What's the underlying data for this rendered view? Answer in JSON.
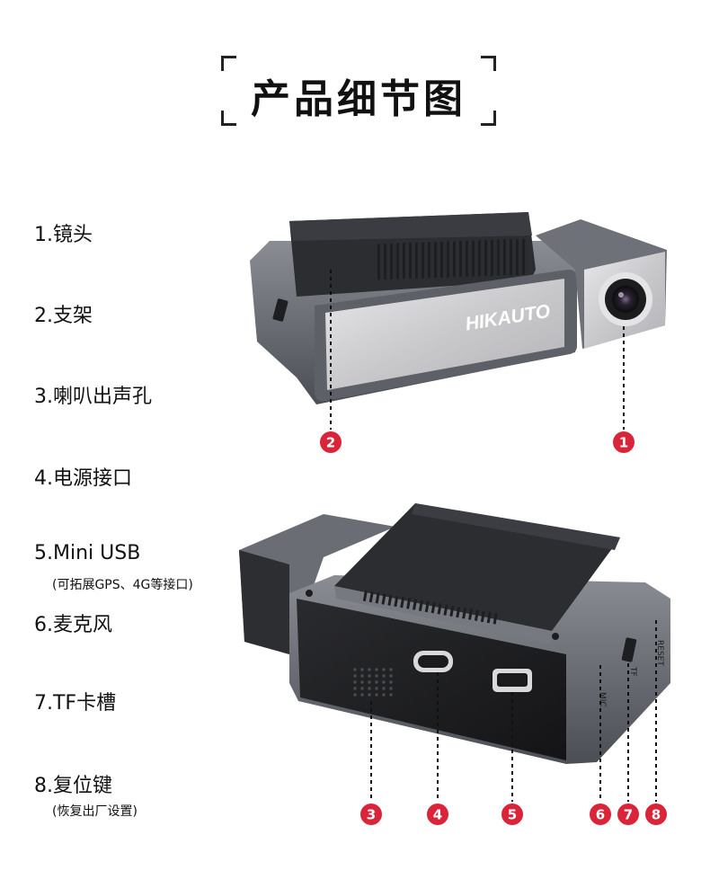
{
  "title": "产品细节图",
  "features": [
    {
      "label": "1.镜头"
    },
    {
      "label": "2.支架"
    },
    {
      "label": "3.喇叭出声孔"
    },
    {
      "label": "4.电源接口"
    },
    {
      "label": "5.Mini USB",
      "note": "(可拓展GPS、4G等接口)"
    },
    {
      "label": "6.麦克风"
    },
    {
      "label": "7.TF卡槽"
    },
    {
      "label": "8.复位键",
      "note": "(恢复出厂设置)"
    }
  ],
  "device": {
    "brand": "HIKAUTO",
    "port_labels": {
      "mic": "MIC",
      "tf": "TF",
      "reset": "RESET"
    }
  },
  "badges": [
    "1",
    "2",
    "3",
    "4",
    "5",
    "6",
    "7",
    "8"
  ],
  "colors": {
    "badge": "#d9243a",
    "text": "#111111"
  }
}
